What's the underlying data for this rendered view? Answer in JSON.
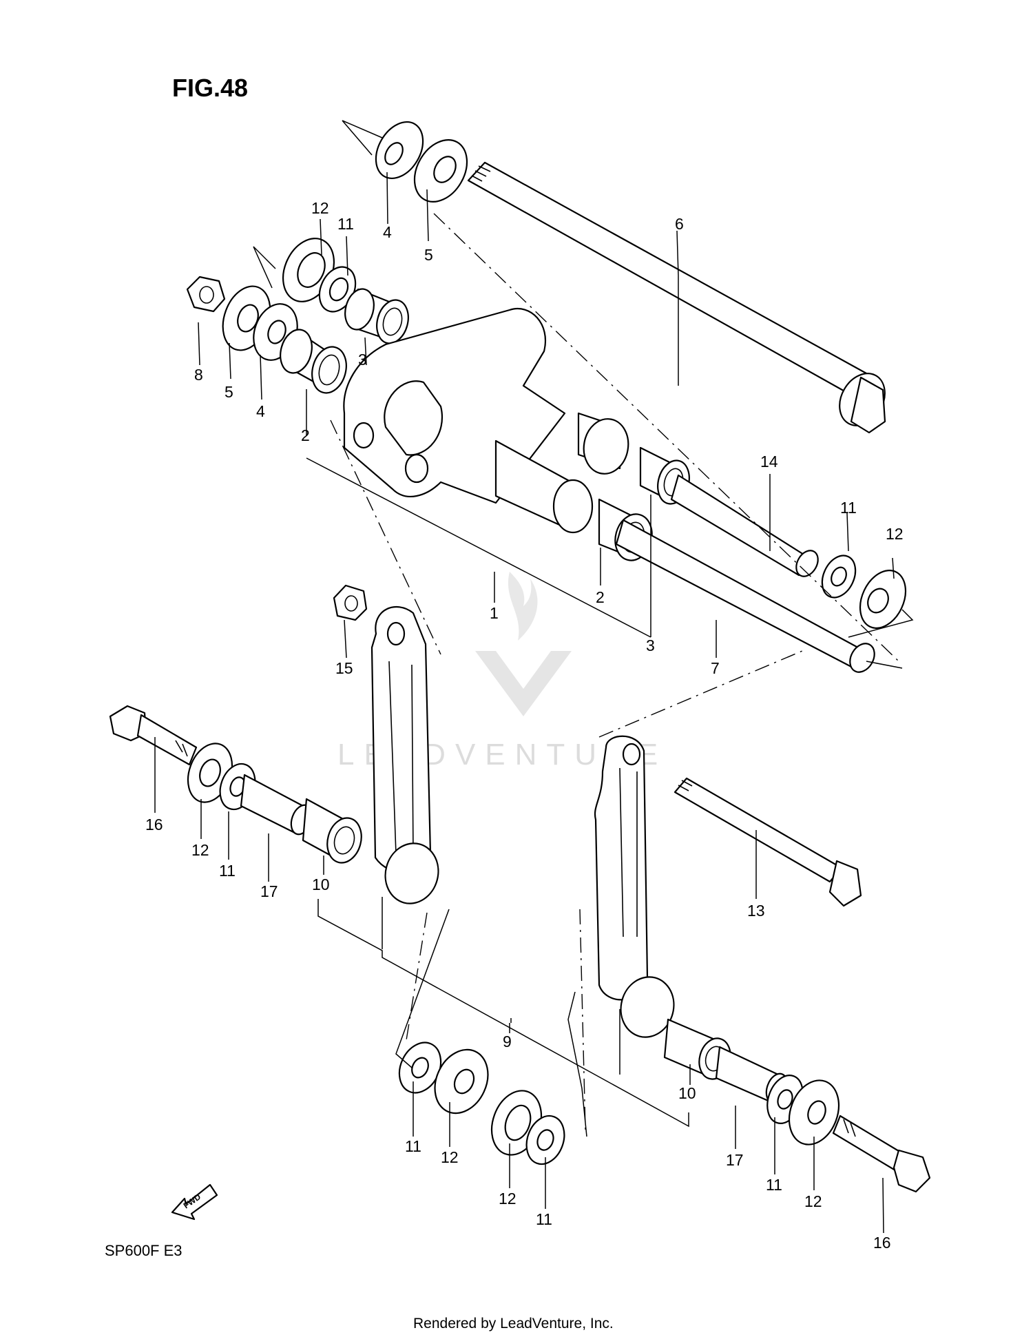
{
  "figure": {
    "title": "FIG.48",
    "model": "SP600F  E3"
  },
  "footer": {
    "credit": "Rendered by LeadVenture, Inc."
  },
  "watermark": {
    "text": "LEADVENTURE"
  },
  "fwd_marker": {
    "label": "FWD"
  },
  "callouts": [
    {
      "id": "c4a",
      "label": "4"
    },
    {
      "id": "c5a",
      "label": "5"
    },
    {
      "id": "c6",
      "label": "6"
    },
    {
      "id": "c12a",
      "label": "12"
    },
    {
      "id": "c11a",
      "label": "11"
    },
    {
      "id": "c8",
      "label": "8"
    },
    {
      "id": "c5b",
      "label": "5"
    },
    {
      "id": "c4b",
      "label": "4"
    },
    {
      "id": "c3a",
      "label": "3"
    },
    {
      "id": "c2a",
      "label": "2"
    },
    {
      "id": "c14",
      "label": "14"
    },
    {
      "id": "c11b",
      "label": "11"
    },
    {
      "id": "c12b",
      "label": "12"
    },
    {
      "id": "c1",
      "label": "1"
    },
    {
      "id": "c2b",
      "label": "2"
    },
    {
      "id": "c3b",
      "label": "3"
    },
    {
      "id": "c7",
      "label": "7"
    },
    {
      "id": "c15",
      "label": "15"
    },
    {
      "id": "c16a",
      "label": "16"
    },
    {
      "id": "c12c",
      "label": "12"
    },
    {
      "id": "c11c",
      "label": "11"
    },
    {
      "id": "c17a",
      "label": "17"
    },
    {
      "id": "c10a",
      "label": "10"
    },
    {
      "id": "c13",
      "label": "13"
    },
    {
      "id": "c9",
      "label": "9"
    },
    {
      "id": "c10b",
      "label": "10"
    },
    {
      "id": "c11d",
      "label": "11"
    },
    {
      "id": "c12d",
      "label": "12"
    },
    {
      "id": "c12e",
      "label": "12"
    },
    {
      "id": "c11e",
      "label": "11"
    },
    {
      "id": "c17b",
      "label": "17"
    },
    {
      "id": "c11f",
      "label": "11"
    },
    {
      "id": "c12f",
      "label": "12"
    },
    {
      "id": "c16b",
      "label": "16"
    }
  ],
  "colors": {
    "ink": "#000000",
    "paper": "#ffffff",
    "watermark": "#d9d9d9"
  }
}
